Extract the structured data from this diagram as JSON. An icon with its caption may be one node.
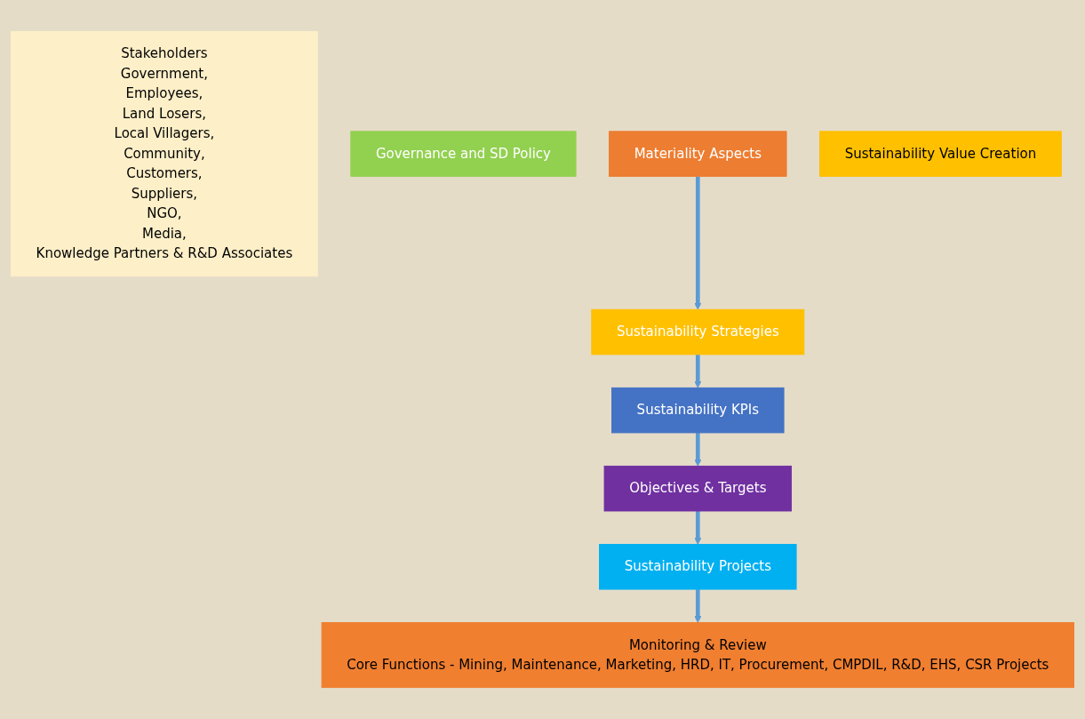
{
  "diagram": {
    "nodes": [
      {
        "text": [
          "Stakeholders",
          "Government,",
          "Employees,",
          "Land Losers,",
          "Local Villagers,",
          "Community,",
          "Customers,",
          "Suppliers,",
          "NGO,",
          "Media,",
          "Knowledge Partners & R&D Associates"
        ]
      },
      {
        "text": [
          "Governance and SD Policy"
        ]
      },
      {
        "text": [
          "Materiality Aspects"
        ]
      },
      {
        "text": [
          "Sustainability Strategies"
        ]
      },
      {
        "text": [
          "Sustainability KPIs"
        ]
      },
      {
        "text": [
          "Objectives & Targets"
        ]
      },
      {
        "text": [
          "Sustainability Projects"
        ]
      },
      {
        "text": [
          "Sustainability Value Creation"
        ]
      },
      {
        "text": [
          "Monitoring & Review",
          "Core Functions - Mining, Maintenance, Marketing, HRD, IT, Procurement, CMPDIL, R&D, EHS, CSR Projects"
        ]
      }
    ],
    "edges": [
      {
        "from": 2,
        "to": 3,
        "arrow": "to"
      },
      {
        "from": 3,
        "to": 4,
        "arrow": "to"
      },
      {
        "from": 4,
        "to": 5,
        "arrow": "to"
      },
      {
        "from": 5,
        "to": 6,
        "arrow": "to"
      },
      {
        "from": 6,
        "to": 8,
        "arrow": "to"
      }
    ]
  }
}
